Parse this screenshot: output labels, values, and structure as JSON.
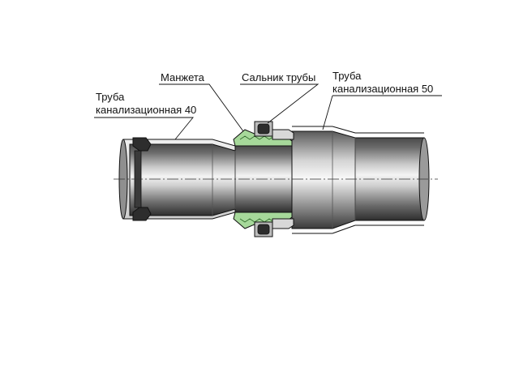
{
  "labels": {
    "pipe40_line1": "Труба",
    "pipe40_line2": "канализационная 40",
    "cuff": "Манжета",
    "gland": "Сальник трубы",
    "pipe50_line1": "Труба",
    "pipe50_line2": "канализационная 50"
  },
  "colors": {
    "pipe_dark": "#3a3a3a",
    "pipe_light": "#f2f2f2",
    "seal_green": "#a6d89a",
    "seal_dark": "#2d2d2d",
    "outline": "#111111"
  }
}
